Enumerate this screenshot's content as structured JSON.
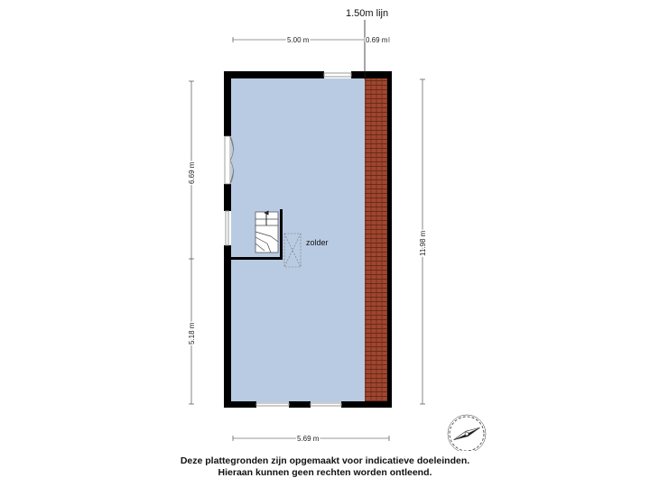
{
  "plan": {
    "lijn_label": "1.50m lijn",
    "room_label": "zolder",
    "dimensions": {
      "top_main": "5.00 m",
      "top_small": "0.69 m",
      "left_upper": "6.69 m",
      "left_lower": "5.18 m",
      "right_total": "11.98 m",
      "bottom_total": "5.69 m"
    },
    "colors": {
      "floor": "#b9cbe2",
      "wall": "#000000",
      "roof": "#a0462f"
    }
  },
  "disclaimer": {
    "line1": "Deze plattegronden zijn opgemaakt voor indicatieve doeleinden.",
    "line2": "Hieraan kunnen geen rechten worden ontleend."
  }
}
